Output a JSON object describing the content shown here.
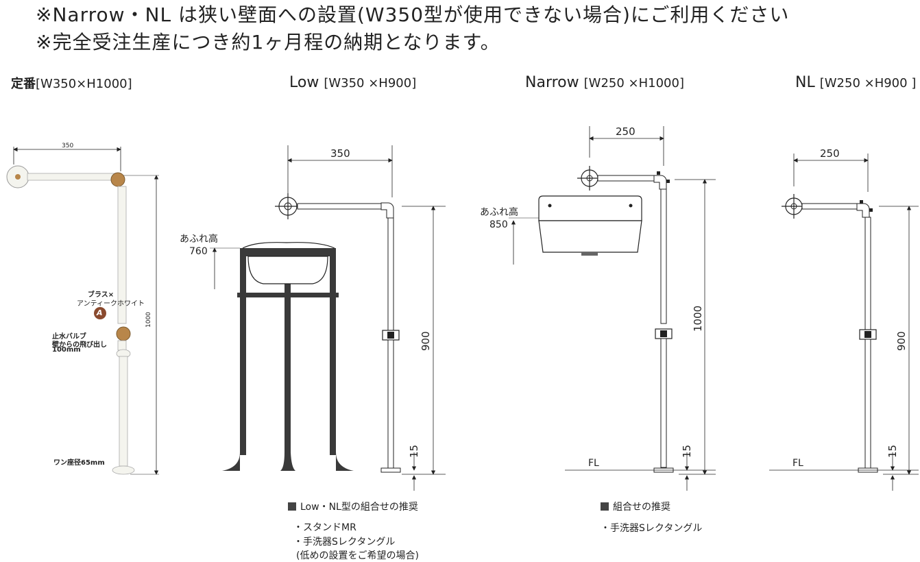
{
  "notices": [
    "※Narrow・NL は狭い壁面への設置(W350型が使用できない場合)にご利用ください",
    "※完全受注生産につき約1ヶ月程の納期となります。"
  ],
  "models": [
    {
      "name": "定番",
      "dims": "[W350×H1000]"
    },
    {
      "name": "Low",
      "dims": "[W350 ×H900]"
    },
    {
      "name": "Narrow",
      "dims": "[W250 ×H1000]"
    },
    {
      "name": "NL",
      "dims": "[W250 ×H900 ]"
    }
  ],
  "standard": {
    "width": "350",
    "height": "1000",
    "finish_line1": "ブラス×",
    "finish_line2": "アンティークホワイト",
    "finish_badge": "A",
    "valve_line1": "止水バルブ",
    "valve_line2": "壁からの飛び出し",
    "valve_line3": "100mm",
    "base": "ワン座径65mm"
  },
  "low": {
    "width": "350",
    "overflow_label": "あふれ高",
    "overflow_value": "760",
    "height": "900",
    "base_gap": "15"
  },
  "narrow": {
    "width": "250",
    "overflow_label": "あふれ高",
    "overflow_value": "850",
    "height": "1000",
    "base_gap": "15",
    "floor": "FL"
  },
  "nl": {
    "width": "250",
    "height": "900",
    "base_gap": "15",
    "floor": "FL"
  },
  "recommend_low": {
    "heading": "Low・NL型の組合せの推奨",
    "items": [
      "・スタンドMR",
      "・手洗器Sレクタングル",
      "(低めの設置をご希望の場合)"
    ]
  },
  "recommend_narrow": {
    "heading": "組合せの推奨",
    "items": [
      "・手洗器Sレクタングル"
    ]
  },
  "colors": {
    "line": "#222222",
    "pipe": "#f4f4ee",
    "brass": "#b8864a",
    "badge": "#8a4a2e",
    "stand": "#3a3a3a"
  }
}
